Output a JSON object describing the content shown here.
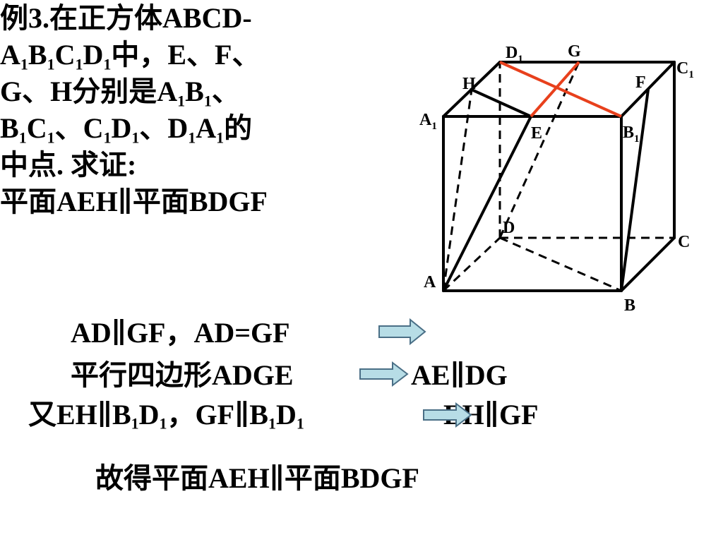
{
  "problem": {
    "lines": [
      [
        "例3.在正方体ABCD-"
      ],
      [
        "A",
        "1",
        "B",
        "1",
        "C",
        "1",
        "D",
        "1",
        "中，E、F、"
      ],
      [
        "G、H分别是A",
        "1",
        "B",
        "1",
        "、"
      ],
      [
        "B",
        "1",
        "C",
        "1",
        "、C",
        "1",
        "D",
        "1",
        "、D",
        "1",
        "A",
        "1",
        "的"
      ],
      [
        "中点.   求证:"
      ],
      [
        "平面AEH∥平面BDGF"
      ]
    ]
  },
  "diagram": {
    "labels": {
      "D1": [
        "D",
        "1"
      ],
      "G": [
        "G"
      ],
      "C1": [
        "C",
        "1"
      ],
      "H": [
        "H"
      ],
      "F": [
        "F"
      ],
      "A1": [
        "A",
        "1"
      ],
      "E": [
        "E"
      ],
      "B1": [
        "B",
        "1"
      ],
      "D": [
        "D"
      ],
      "C": [
        "C"
      ],
      "A": [
        "A"
      ],
      "B": [
        "B"
      ]
    },
    "colors": {
      "edge": "#000000",
      "highlight": "#e8401c"
    }
  },
  "proof": {
    "line1": "AD∥GF，AD=GF",
    "line2_left": "平行四边形ADGE",
    "line2_right": "AE∥DG",
    "line3_left": [
      "又EH∥B",
      "1",
      "D",
      "1",
      "，GF∥B",
      "1",
      "D",
      "1"
    ],
    "line3_right": "EH∥GF",
    "conclusion": "故得平面AEH∥平面BDGF"
  },
  "arrow_color": {
    "fill": "#b7dde6",
    "stroke": "#4a6f86"
  }
}
